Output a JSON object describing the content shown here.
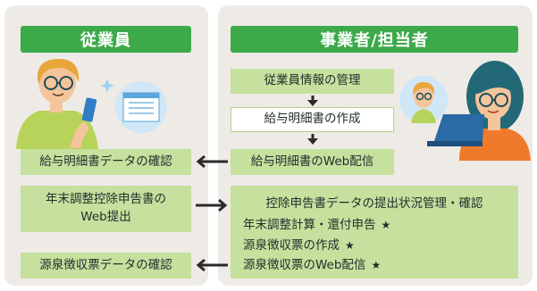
{
  "left_panel": {
    "header": "従業員",
    "boxes": {
      "confirm_payslip": "給与明細書データの確認",
      "year_end_line1": "年末調整控除申告書の",
      "year_end_line2": "Web提出",
      "confirm_withholding": "源泉徴収票データの確認"
    }
  },
  "right_panel": {
    "header": "事業者/担当者",
    "steps": {
      "employee_info": "従業員情報の管理",
      "create_payslip": "給与明細書の作成",
      "deliver_payslip": "給与明細書のWeb配信"
    },
    "status_box": {
      "title": "控除申告書データの提出状況管理・確認",
      "items": [
        {
          "label": "年末調整計算・還付申告",
          "mark": "★"
        },
        {
          "label": "源泉徴収票の作成",
          "mark": "★"
        },
        {
          "label": "源泉徴収票のWeb配信",
          "mark": "★"
        }
      ]
    }
  },
  "colors": {
    "header_green": "#3daa4a",
    "box_green": "#c6e09e",
    "panel_bg": "#eeebe6",
    "arrow": "#2b2b2b"
  }
}
